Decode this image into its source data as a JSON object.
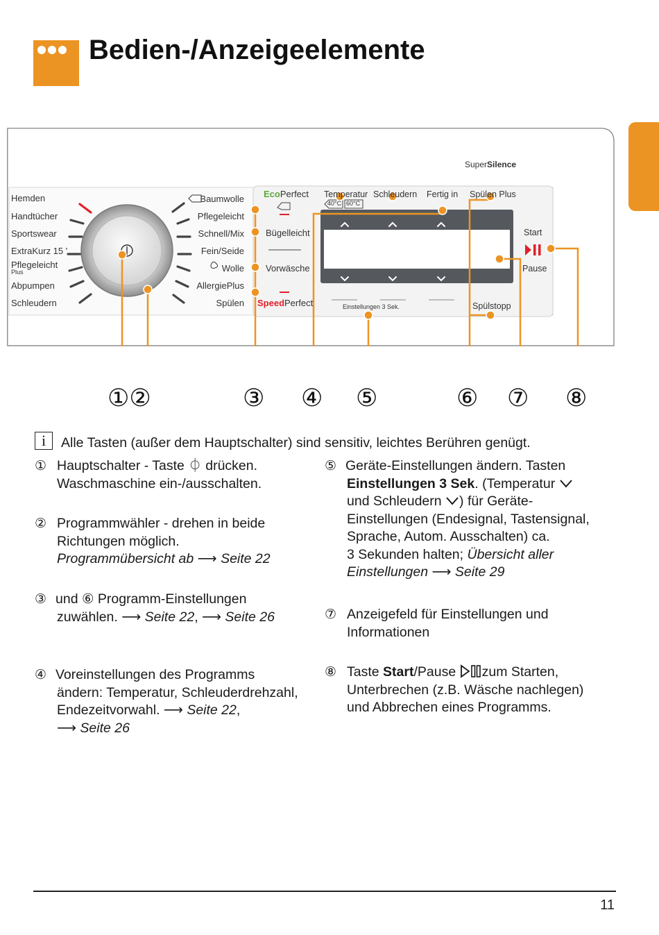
{
  "header": {
    "title": "Bedien-/Anzeigeelemente"
  },
  "panel": {
    "brand_super": "Super",
    "brand_silence": "Silence",
    "programs_left": [
      "Hemden",
      "Handtücher",
      "Sportswear",
      "ExtraKurz 15 '",
      "Pflegeleicht",
      "Abpumpen",
      "Schleudern"
    ],
    "plus_small": "Plus",
    "programs_right": [
      "Baumwolle",
      "Pflegeleicht",
      "Schnell/Mix",
      "Fein/Seide",
      "Wolle",
      "AllergiePlus",
      "Spülen"
    ],
    "eco": "Eco",
    "perfect": "Perfect",
    "speed": "Speed",
    "buegelleicht": "Bügelleicht",
    "vorwaesche": "Vorwäsche",
    "temperatur": "Temperatur",
    "temp_40": "40°C",
    "temp_60": "60°C",
    "schleudern": "Schleudern",
    "fertig_in": "Fertig in",
    "spuelen_plus": "Spülen Plus",
    "start": "Start",
    "pause": "Pause",
    "spuelstopp": "Spülstopp",
    "einstellungen": "Einstellungen 3 Sek.",
    "power_symbol": "Ⓘ"
  },
  "callouts": [
    "①②",
    "③",
    "④",
    "⑤",
    "⑥",
    "⑦",
    "⑧"
  ],
  "info": {
    "text": "Alle Tasten (außer dem Hauptschalter) sind sensitiv, leichtes Berühren genügt."
  },
  "items": {
    "n1": "①",
    "n1_line1": "Hauptschalter - Taste ⏀ drücken.",
    "n1_line2": "Waschmaschine ein-/ausschalten.",
    "n2": "②",
    "n2_line1": "Programmwähler - drehen in beide",
    "n2_line2": "Richtungen möglich.",
    "n2_line3": "Programmübersicht ab",
    "n2_ref": "Seite 22",
    "n3": "③",
    "n3_und": "und",
    "n3_n6": "⑥",
    "n3_line1": "Programm-Einstellungen",
    "n3_line2": "zuwählen.",
    "n3_ref1": "Seite 22",
    "n3_ref2": "Seite 26",
    "n4": "④",
    "n4_line1": "Voreinstellungen des Programms",
    "n4_line2": "ändern: Temperatur, Schleuderdrehzahl,",
    "n4_line3": "Endezeitvorwahl.",
    "n4_ref1": "Seite 22",
    "n4_ref2": "Seite 26",
    "n5": "⑤",
    "n5_line1": "Geräte-Einstellungen ändern. Tasten",
    "n5_bold": "Einstellungen 3 Sek",
    "n5_line2b": ". (Temperatur",
    "n5_line3a": "und Schleudern",
    "n5_line3b": ") für Geräte-",
    "n5_line4": "Einstellungen (Endesignal, Tastensignal,",
    "n5_line5": "Sprache, Autom. Ausschalten) ca.",
    "n5_line6a": "3 Sekunden halten;",
    "n5_line6b": "Übersicht aller",
    "n5_line7": "Einstellungen",
    "n5_ref": "Seite 29",
    "n7": "⑦",
    "n7_line1": "Anzeigefeld für Einstellungen und",
    "n7_line2": "Informationen",
    "n8": "⑧",
    "n8_line1a": "Taste",
    "n8_bold": "Start",
    "n8_line1b": "/Pause",
    "n8_line1c": "zum Starten,",
    "n8_line2": "Unterbrechen (z.B. Wäsche nachlegen)",
    "n8_line3": "und Abbrechen eines Programms."
  },
  "footer": {
    "page": "11"
  },
  "colors": {
    "accent": "#ec9423",
    "red": "#e0202a",
    "eco_green": "#5aa83a",
    "display": "#55595e"
  }
}
